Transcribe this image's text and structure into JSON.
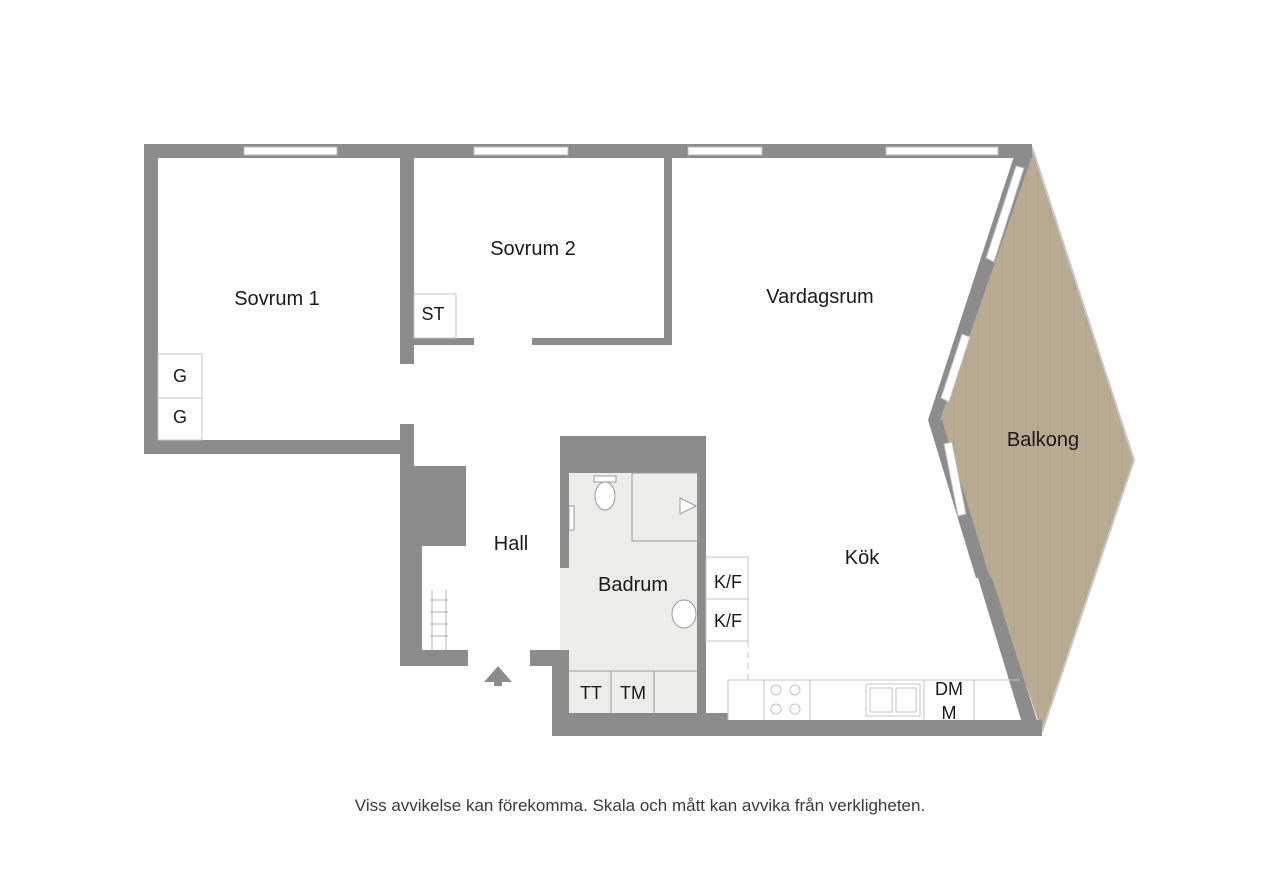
{
  "rooms": {
    "sovrum1": "Sovrum 1",
    "sovrum2": "Sovrum 2",
    "vardagsrum": "Vardagsrum",
    "balkong": "Balkong",
    "hall": "Hall",
    "badrum": "Badrum",
    "kok": "Kök"
  },
  "fixtures": {
    "st": "ST",
    "g1": "G",
    "g2": "G",
    "kf1": "K/F",
    "kf2": "K/F",
    "tt": "TT",
    "tm": "TM",
    "dm": "DM",
    "m": "M"
  },
  "disclaimer": "Viss avvikelse kan förekomma. Skala och mått kan avvika från verkligheten.",
  "colors": {
    "wall": "#8c8c8c",
    "balcony": "#b9aa92",
    "bathroom_floor": "#ececea",
    "window": "#ffffff"
  }
}
